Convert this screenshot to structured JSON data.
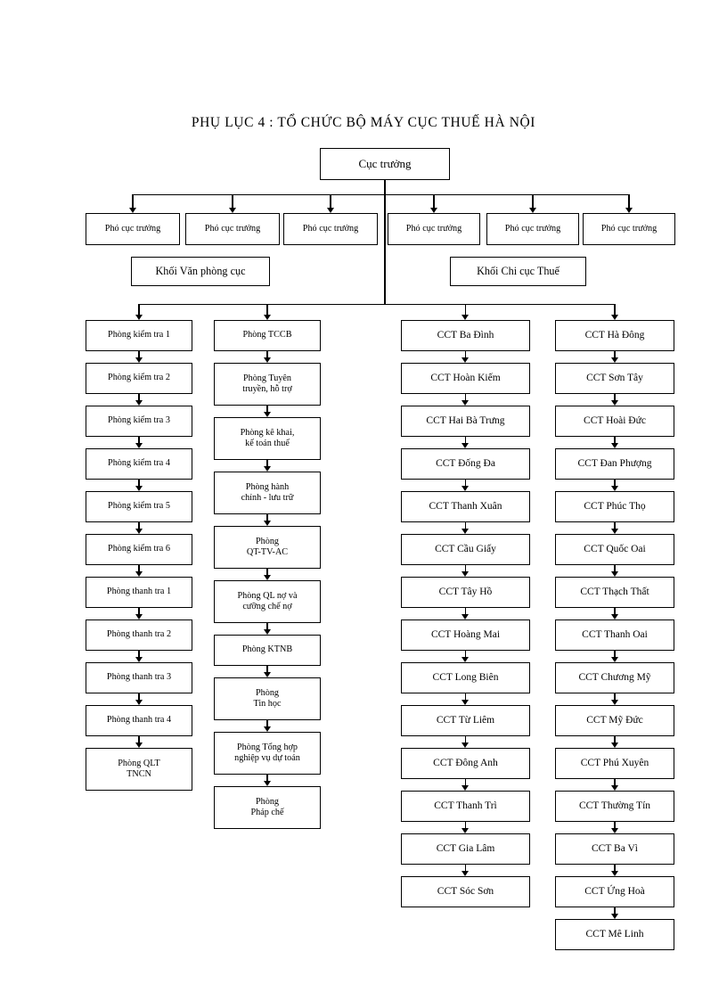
{
  "document": {
    "title": "PHỤ LỤC 4 : TỔ CHỨC BỘ MÁY CỤC THUẾ HÀ NỘI"
  },
  "chart_data": {
    "type": "diagram",
    "title": "PHỤ LỤC 4 : TỔ CHỨC BỘ MÁY CỤC THUẾ HÀ NỘI",
    "orientation": "top-down organizational chart",
    "root": {
      "label": "Cục trưởng"
    },
    "deputies": [
      {
        "label": "Phó cục trưởng"
      },
      {
        "label": "Phó cục trưởng"
      },
      {
        "label": "Phó cục trưởng"
      },
      {
        "label": "Phó cục trưởng"
      },
      {
        "label": "Phó cục trưởng"
      },
      {
        "label": "Phó cục trưởng"
      }
    ],
    "blocks": [
      {
        "label": "Khối Văn phòng cục"
      },
      {
        "label": "Khối Chi cục Thuế"
      }
    ],
    "columns": [
      {
        "name": "phong-kiem-tra-thanh-tra",
        "nodes": [
          {
            "lines": [
              "Phòng kiểm  tra 1"
            ]
          },
          {
            "lines": [
              "Phòng kiểm  tra 2"
            ]
          },
          {
            "lines": [
              "Phòng kiểm  tra 3"
            ]
          },
          {
            "lines": [
              "Phòng kiểm  tra 4"
            ]
          },
          {
            "lines": [
              "Phòng kiểm  tra 5"
            ]
          },
          {
            "lines": [
              "Phòng kiểm  tra 6"
            ]
          },
          {
            "lines": [
              "Phòng thanh tra 1"
            ]
          },
          {
            "lines": [
              "Phòng thanh tra 2"
            ]
          },
          {
            "lines": [
              "Phòng thanh tra 3"
            ]
          },
          {
            "lines": [
              "Phòng thanh tra 4"
            ]
          },
          {
            "lines": [
              "Phòng QLT",
              "TNCN"
            ]
          }
        ]
      },
      {
        "name": "phong-chuc-nang",
        "nodes": [
          {
            "lines": [
              "Phòng TCCB"
            ]
          },
          {
            "lines": [
              "Phòng Tuyên",
              "truyền, hỗ trợ"
            ]
          },
          {
            "lines": [
              "Phòng kê khai,",
              "kế toán thuế"
            ]
          },
          {
            "lines": [
              "Phòng hành",
              "chính - lưu trữ"
            ]
          },
          {
            "lines": [
              "Phòng",
              "QT-TV-AC"
            ]
          },
          {
            "lines": [
              "Phòng QL nợ và",
              "cưỡng chế nợ"
            ]
          },
          {
            "lines": [
              "Phòng KTNB"
            ]
          },
          {
            "lines": [
              "Phòng",
              "Tin học"
            ]
          },
          {
            "lines": [
              "Phòng Tổng hợp",
              "nghiệp vụ dự toán"
            ]
          },
          {
            "lines": [
              "Phòng",
              "Pháp chế"
            ]
          }
        ]
      },
      {
        "name": "chi-cuc-thue-noi-thanh",
        "nodes": [
          {
            "lines": [
              "CCT  Ba Đình"
            ]
          },
          {
            "lines": [
              "CCT  Hoàn Kiếm"
            ]
          },
          {
            "lines": [
              "CCT  Hai Bà Trưng"
            ]
          },
          {
            "lines": [
              "CCT  Đống Đa"
            ]
          },
          {
            "lines": [
              "CCT  Thanh Xuân"
            ]
          },
          {
            "lines": [
              "CCT  Cầu Giấy"
            ]
          },
          {
            "lines": [
              "CCT  Tây Hồ"
            ]
          },
          {
            "lines": [
              "CCT  Hoàng Mai"
            ]
          },
          {
            "lines": [
              "CCT  Long Biên"
            ]
          },
          {
            "lines": [
              "CCT  Từ Liêm"
            ]
          },
          {
            "lines": [
              "CCT  Đông Anh"
            ]
          },
          {
            "lines": [
              "CCT  Thanh Trì"
            ]
          },
          {
            "lines": [
              "CCT  Gia Lâm"
            ]
          },
          {
            "lines": [
              "CCT  Sóc Sơn"
            ]
          }
        ]
      },
      {
        "name": "chi-cuc-thue-ngoai-thanh",
        "nodes": [
          {
            "lines": [
              "CCT  Hà Đông"
            ]
          },
          {
            "lines": [
              "CCT  Sơn Tây"
            ]
          },
          {
            "lines": [
              "CCT  Hoài Đức"
            ]
          },
          {
            "lines": [
              "CCT  Đan Phượng"
            ]
          },
          {
            "lines": [
              "CCT  Phúc Thọ"
            ]
          },
          {
            "lines": [
              "CCT  Quốc Oai"
            ]
          },
          {
            "lines": [
              "CCT  Thạch Thất"
            ]
          },
          {
            "lines": [
              "CCT  Thanh Oai"
            ]
          },
          {
            "lines": [
              "CCT  Chương Mỹ"
            ]
          },
          {
            "lines": [
              "CCT  Mỹ Đức"
            ]
          },
          {
            "lines": [
              "CCT  Phú Xuyên"
            ]
          },
          {
            "lines": [
              "CCT  Thường Tín"
            ]
          },
          {
            "lines": [
              "CCT  Ba Vì"
            ]
          },
          {
            "lines": [
              "CCT  Ứng Hoà"
            ]
          },
          {
            "lines": [
              "CCT  Mê Linh"
            ]
          }
        ]
      }
    ],
    "colors": {
      "background": "#ffffff",
      "stroke": "#000000",
      "text": "#000000"
    }
  }
}
